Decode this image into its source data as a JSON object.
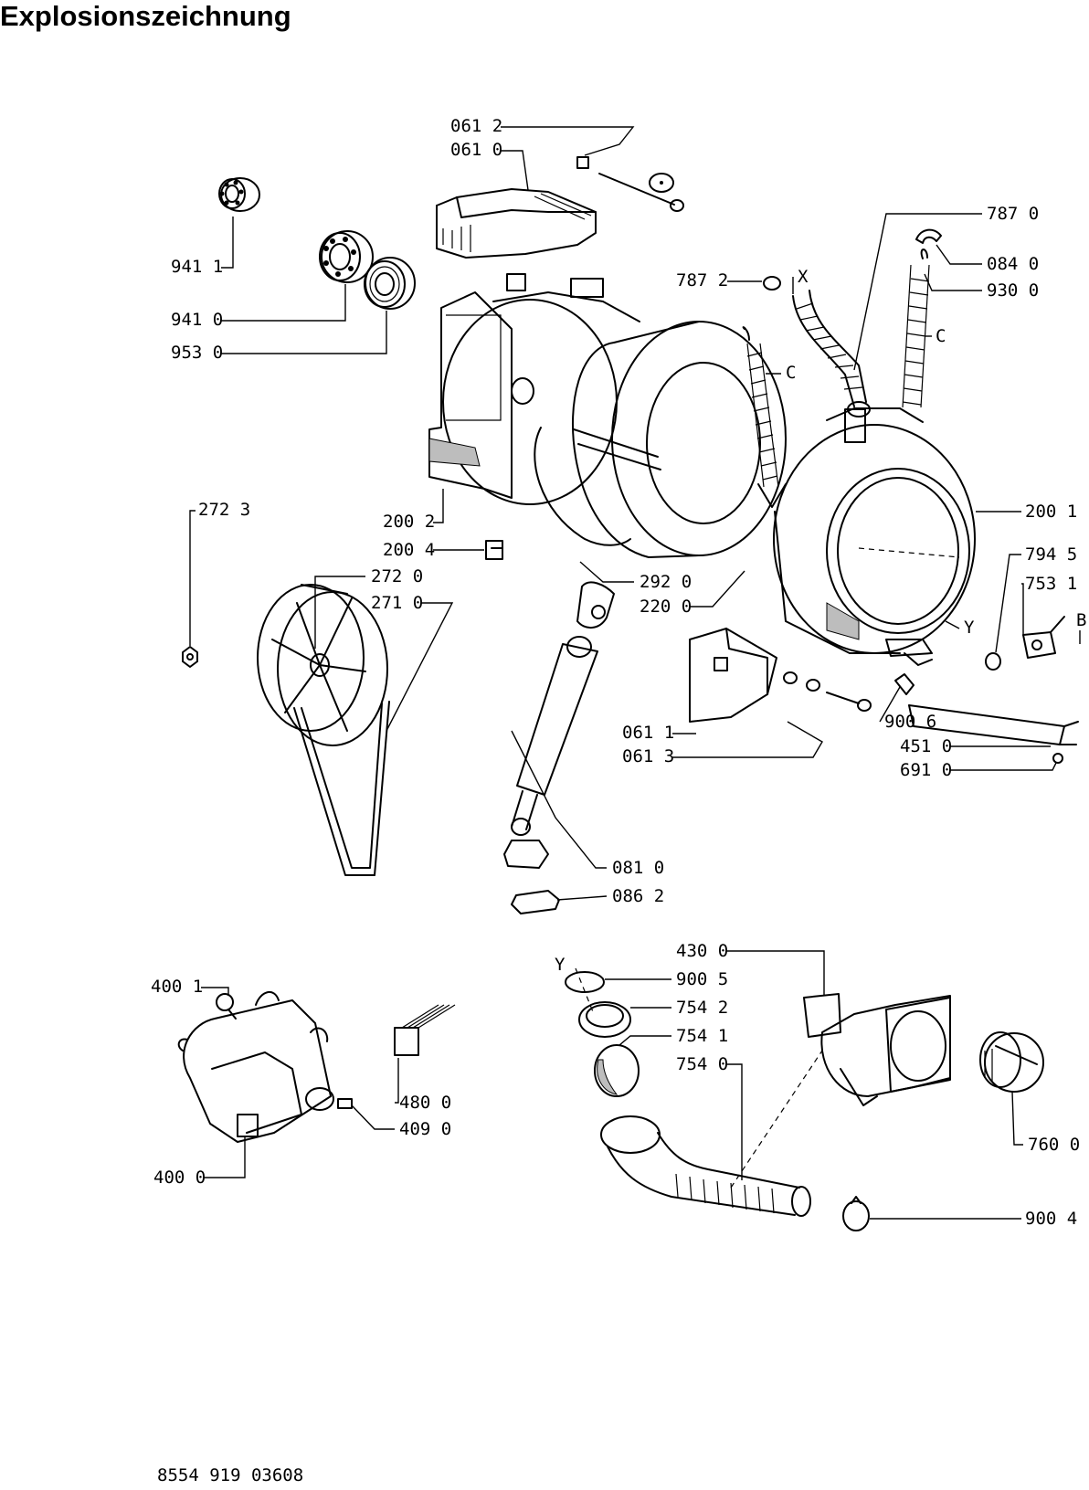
{
  "title": "Explosionszeichnung",
  "doc_number": "8554 919 03608",
  "parts": [
    {
      "id": "p1",
      "label": "061 2"
    },
    {
      "id": "p2",
      "label": "061 0"
    },
    {
      "id": "p3",
      "label": "787 0"
    },
    {
      "id": "p4",
      "label": "941 1"
    },
    {
      "id": "p5",
      "label": "084 0"
    },
    {
      "id": "p6",
      "label": "787 2"
    },
    {
      "id": "p7",
      "label": "930 0"
    },
    {
      "id": "p8",
      "label": "941 0"
    },
    {
      "id": "p9",
      "label": "953 0"
    },
    {
      "id": "p10",
      "label": "272 3"
    },
    {
      "id": "p11",
      "label": "200 2"
    },
    {
      "id": "p12",
      "label": "200 1"
    },
    {
      "id": "p13",
      "label": "200 4"
    },
    {
      "id": "p14",
      "label": "794 5"
    },
    {
      "id": "p15",
      "label": "272 0"
    },
    {
      "id": "p16",
      "label": "753 1"
    },
    {
      "id": "p17",
      "label": "271 0"
    },
    {
      "id": "p18",
      "label": "292 0"
    },
    {
      "id": "p19",
      "label": "220 0"
    },
    {
      "id": "p20",
      "label": "061 1"
    },
    {
      "id": "p21",
      "label": "061 3"
    },
    {
      "id": "p22",
      "label": "900 6"
    },
    {
      "id": "p23",
      "label": "451 0"
    },
    {
      "id": "p24",
      "label": "691 0"
    },
    {
      "id": "p25",
      "label": "081 0"
    },
    {
      "id": "p26",
      "label": "086 2"
    },
    {
      "id": "p27",
      "label": "430 0"
    },
    {
      "id": "p28",
      "label": "400 1"
    },
    {
      "id": "p29",
      "label": "900 5"
    },
    {
      "id": "p30",
      "label": "754 2"
    },
    {
      "id": "p31",
      "label": "754 1"
    },
    {
      "id": "p32",
      "label": "754 0"
    },
    {
      "id": "p33",
      "label": "480 0"
    },
    {
      "id": "p34",
      "label": "409 0"
    },
    {
      "id": "p35",
      "label": "760 0"
    },
    {
      "id": "p36",
      "label": "400 0"
    },
    {
      "id": "p37",
      "label": "900 4"
    }
  ],
  "markers": [
    {
      "id": "m1",
      "label": "X"
    },
    {
      "id": "m2",
      "label": "C"
    },
    {
      "id": "m3",
      "label": "C"
    },
    {
      "id": "m4",
      "label": "B"
    },
    {
      "id": "m5",
      "label": "Y"
    },
    {
      "id": "m6",
      "label": "Y"
    }
  ]
}
